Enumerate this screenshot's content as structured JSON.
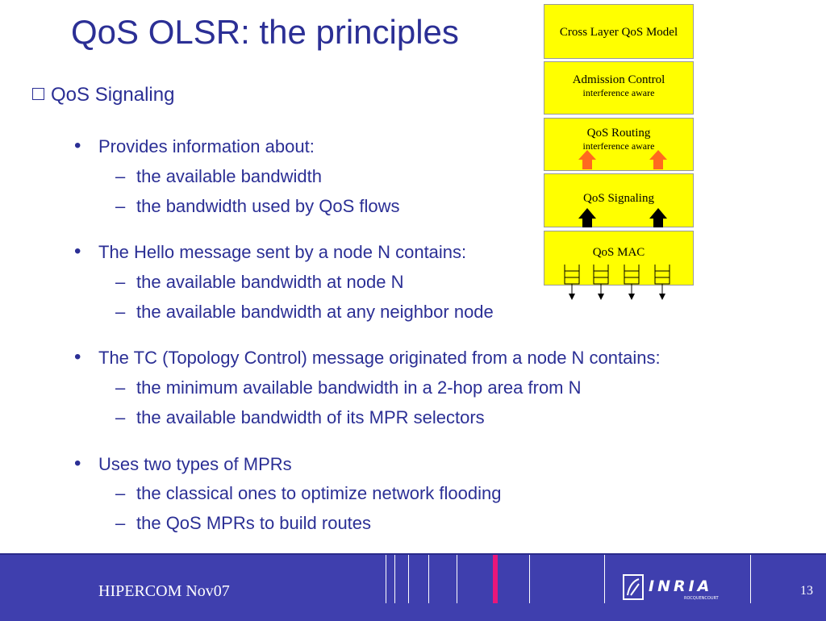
{
  "slide": {
    "title": "QoS OLSR: the principles",
    "section": "QoS Signaling",
    "bullets": [
      {
        "text": "Provides information about:",
        "subs": [
          "the available bandwidth",
          "the bandwidth used by QoS flows"
        ]
      },
      {
        "text": "The Hello message sent by a node N contains:",
        "subs": [
          "the available bandwidth at node N",
          "the available bandwidth at any neighbor node"
        ]
      },
      {
        "text": "The TC (Topology Control) message originated from a node N contains:",
        "subs": [
          "the minimum available bandwidth  in a 2-hop area from N",
          "the available bandwidth of its MPR selectors"
        ]
      },
      {
        "text": "Uses two types of MPRs",
        "subs": [
          "the classical ones to optimize network flooding",
          "the QoS MPRs to build routes"
        ]
      }
    ]
  },
  "diagram": {
    "layers": [
      {
        "label": "Cross Layer QoS Model",
        "sublabel": ""
      },
      {
        "label": "Admission Control",
        "sublabel": "interference aware"
      },
      {
        "label": "QoS Routing",
        "sublabel": "interference aware"
      },
      {
        "label": "QoS Signaling",
        "sublabel": ""
      },
      {
        "label": "QoS MAC",
        "sublabel": ""
      }
    ]
  },
  "footer": {
    "label": "HIPERCOM  Nov07",
    "logo_text": "INRIA",
    "logo_subtext": "ROCQUENCOURT",
    "page_number": "13"
  },
  "colors": {
    "text": "#2b2f95",
    "layer_fill": "#ffff00",
    "footer_bg": "#3f3fae",
    "accent_pink": "#e8177a",
    "arrow_orange": "#ff6a1f"
  }
}
